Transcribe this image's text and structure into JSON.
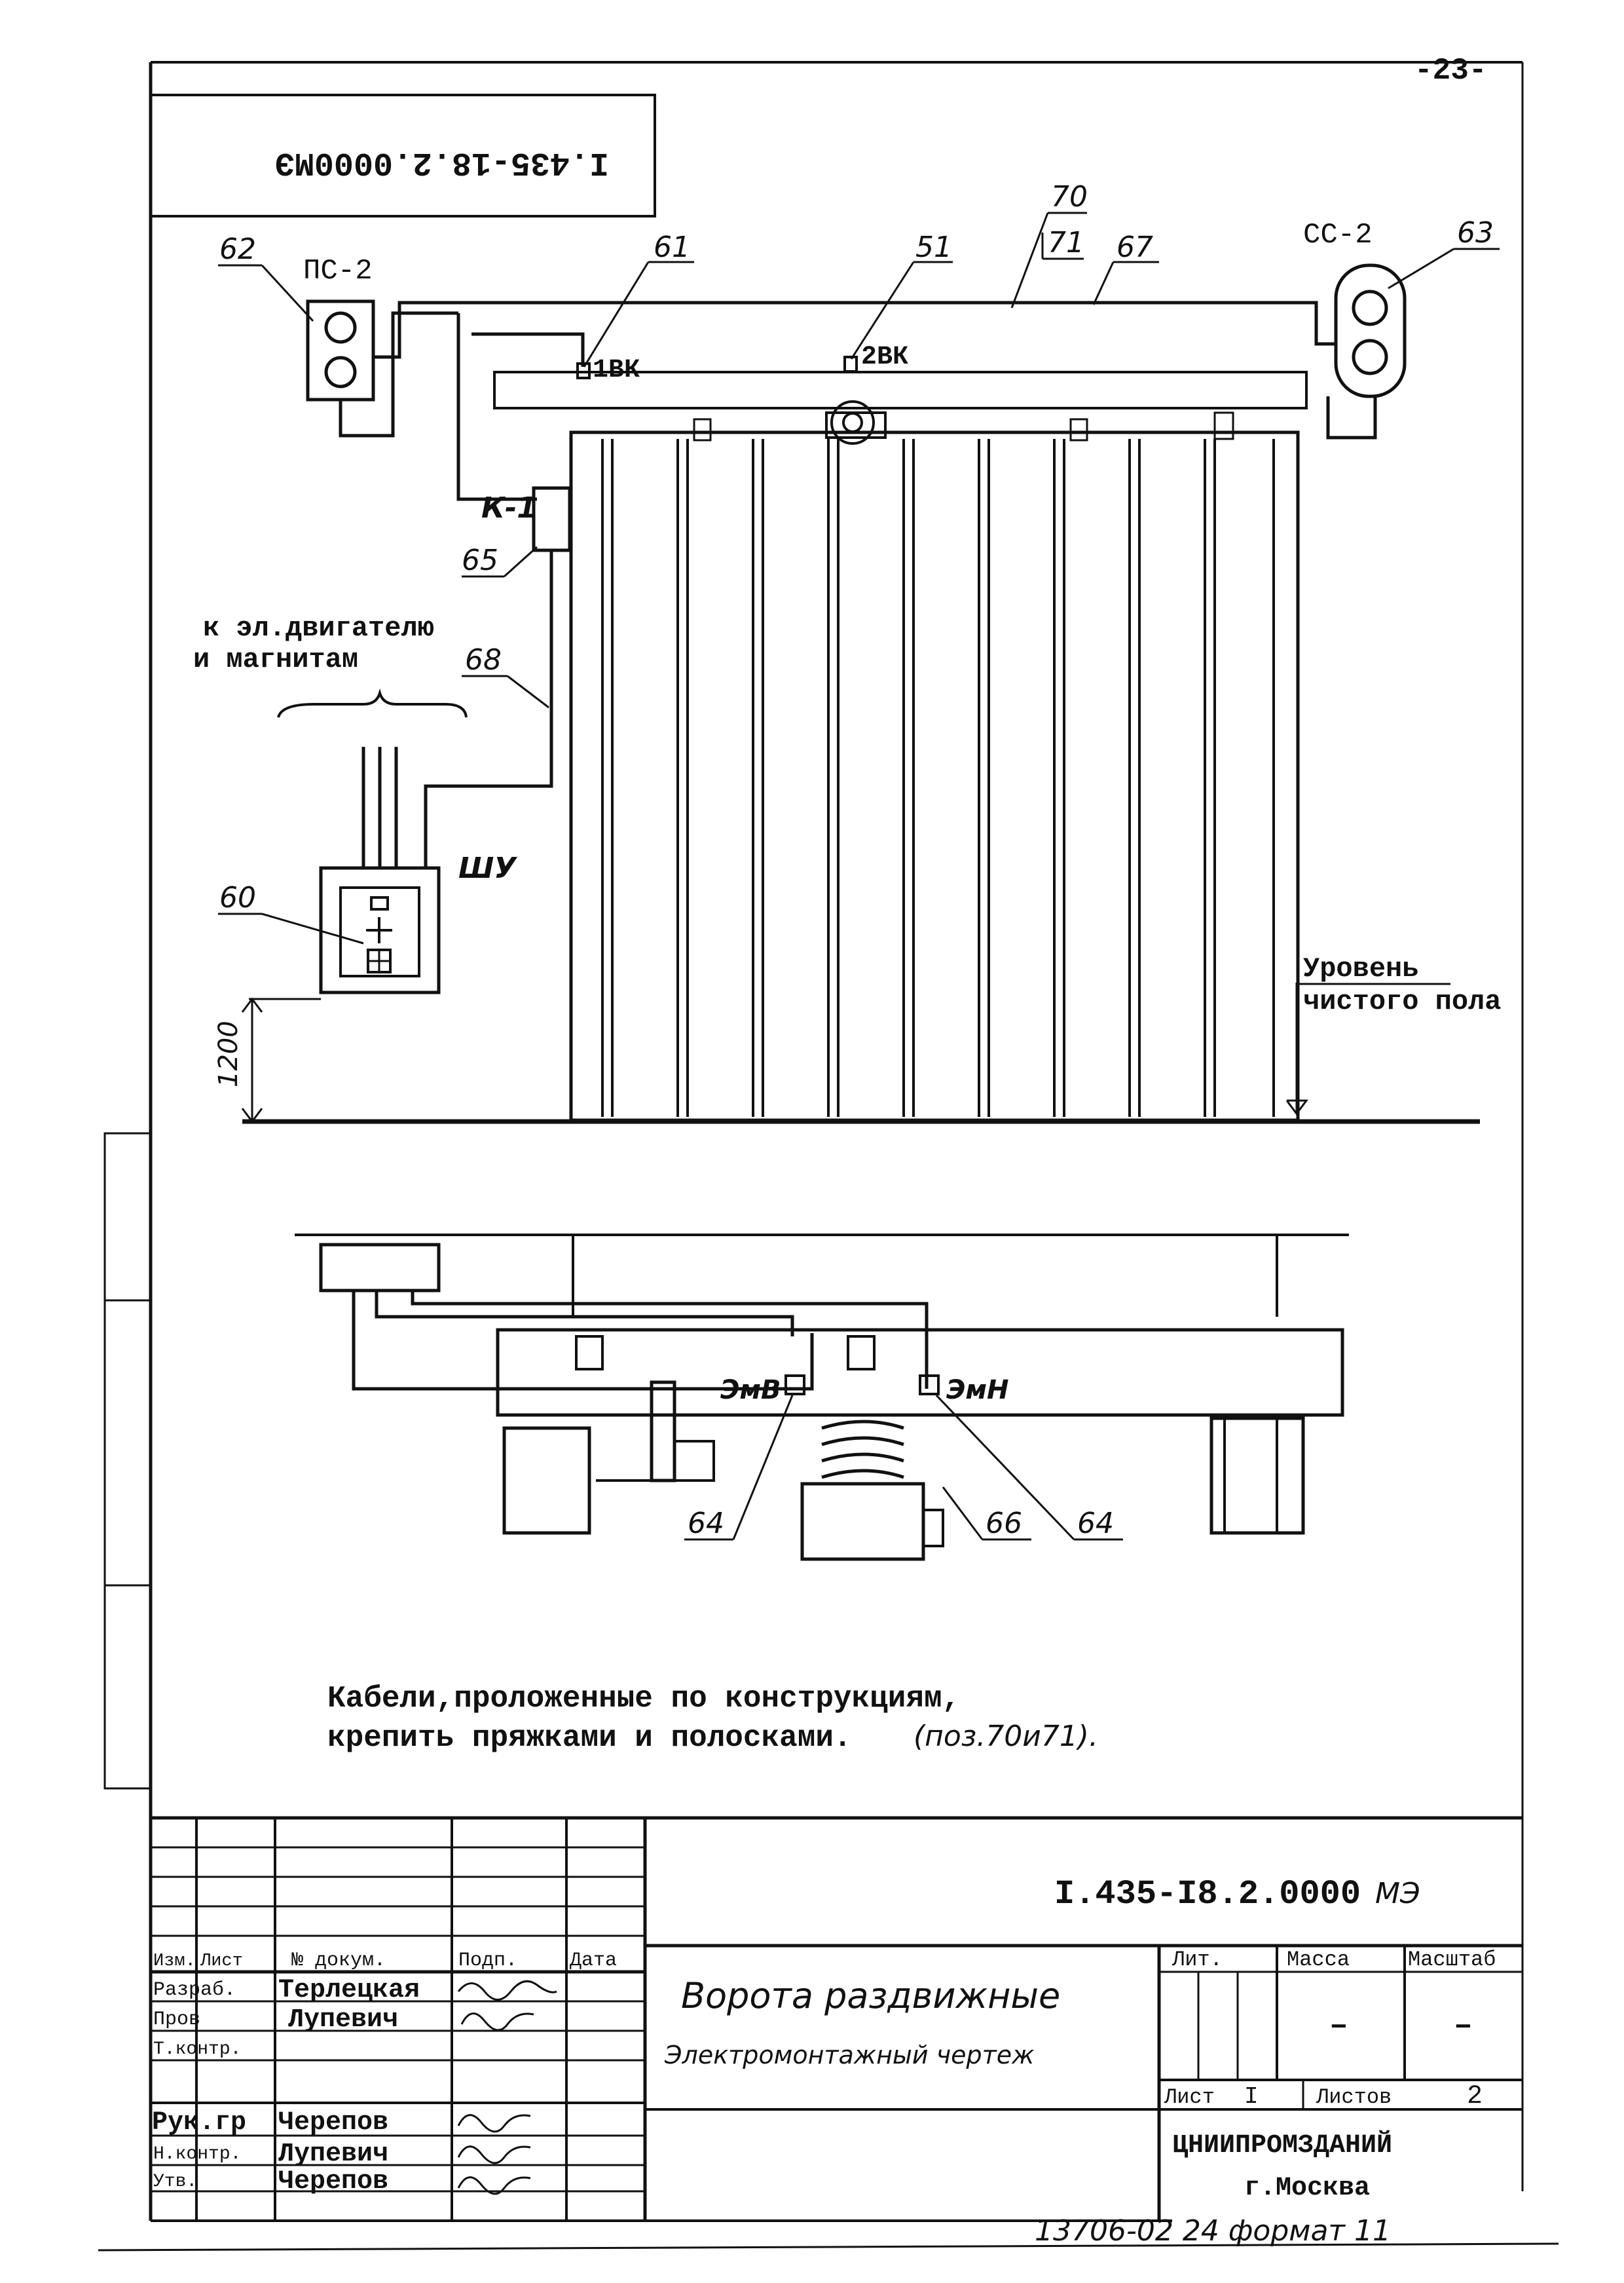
{
  "sheet": {
    "page_number": "-23-",
    "mirrored_code": "I.435-18.2.0000МЭ",
    "footer_note": "13706-02 24 формат 11"
  },
  "labels": {
    "ps2": "ПС-2",
    "ss2": "СС-2",
    "k1": "К-1",
    "shu": "ШУ",
    "vk1": "1ВК",
    "vk2": "2ВК",
    "emv": "ЭмВ",
    "emn": "ЭмН",
    "motor_note_line1": "к эл.двигателю",
    "motor_note_line2": "и магнитам",
    "floor_level_line1": "Уровень",
    "floor_level_line2": "чистого пола",
    "height_dim": "1200"
  },
  "positions": {
    "p60": "60",
    "p61": "61",
    "p51": "51",
    "p62": "62",
    "p63": "63",
    "p65": "65",
    "p67": "67",
    "p68": "68",
    "p70": "70",
    "p71": "71",
    "p64a": "64",
    "p64b": "64",
    "p66": "66"
  },
  "notes": {
    "line1": "Кабели,проложенные  по конструкциям,",
    "line2": "крепить пряжками и полосками.",
    "line2_hand": "(поз.70и71)."
  },
  "title_block": {
    "doc_code": "I.435-I8.2.0000",
    "doc_suffix": "МЭ",
    "title": "Ворота раздвижные",
    "subtitle": "Электромонтажный чертеж",
    "col_izm": "Изм.",
    "col_list": "Лист",
    "col_doc": "№ докум.",
    "col_sign": "Подп.",
    "col_date": "Дата",
    "role_razrab": "Разраб.",
    "name_razrab": "Терлецкая",
    "role_prov": "Пров",
    "name_prov": "Лупевич",
    "role_tkontr": "Т.контр.",
    "role_ruk": "Рук.гр",
    "name_ruk": "Черепов",
    "role_nkontr": "Н.контр.",
    "name_nkontr": "Лупевич",
    "role_utv": "Утв.",
    "name_utv": "Черепов",
    "lit": "Лит.",
    "mass": "Масса",
    "scale": "Масштаб",
    "mass_value": "–",
    "scale_value": "–",
    "sheet_label": "Лист",
    "sheet_value": "I",
    "sheets_label": "Листов",
    "sheets_value": "2",
    "org": "ЦНИИПРОМЗДАНИЙ",
    "city": "г.Москва"
  }
}
